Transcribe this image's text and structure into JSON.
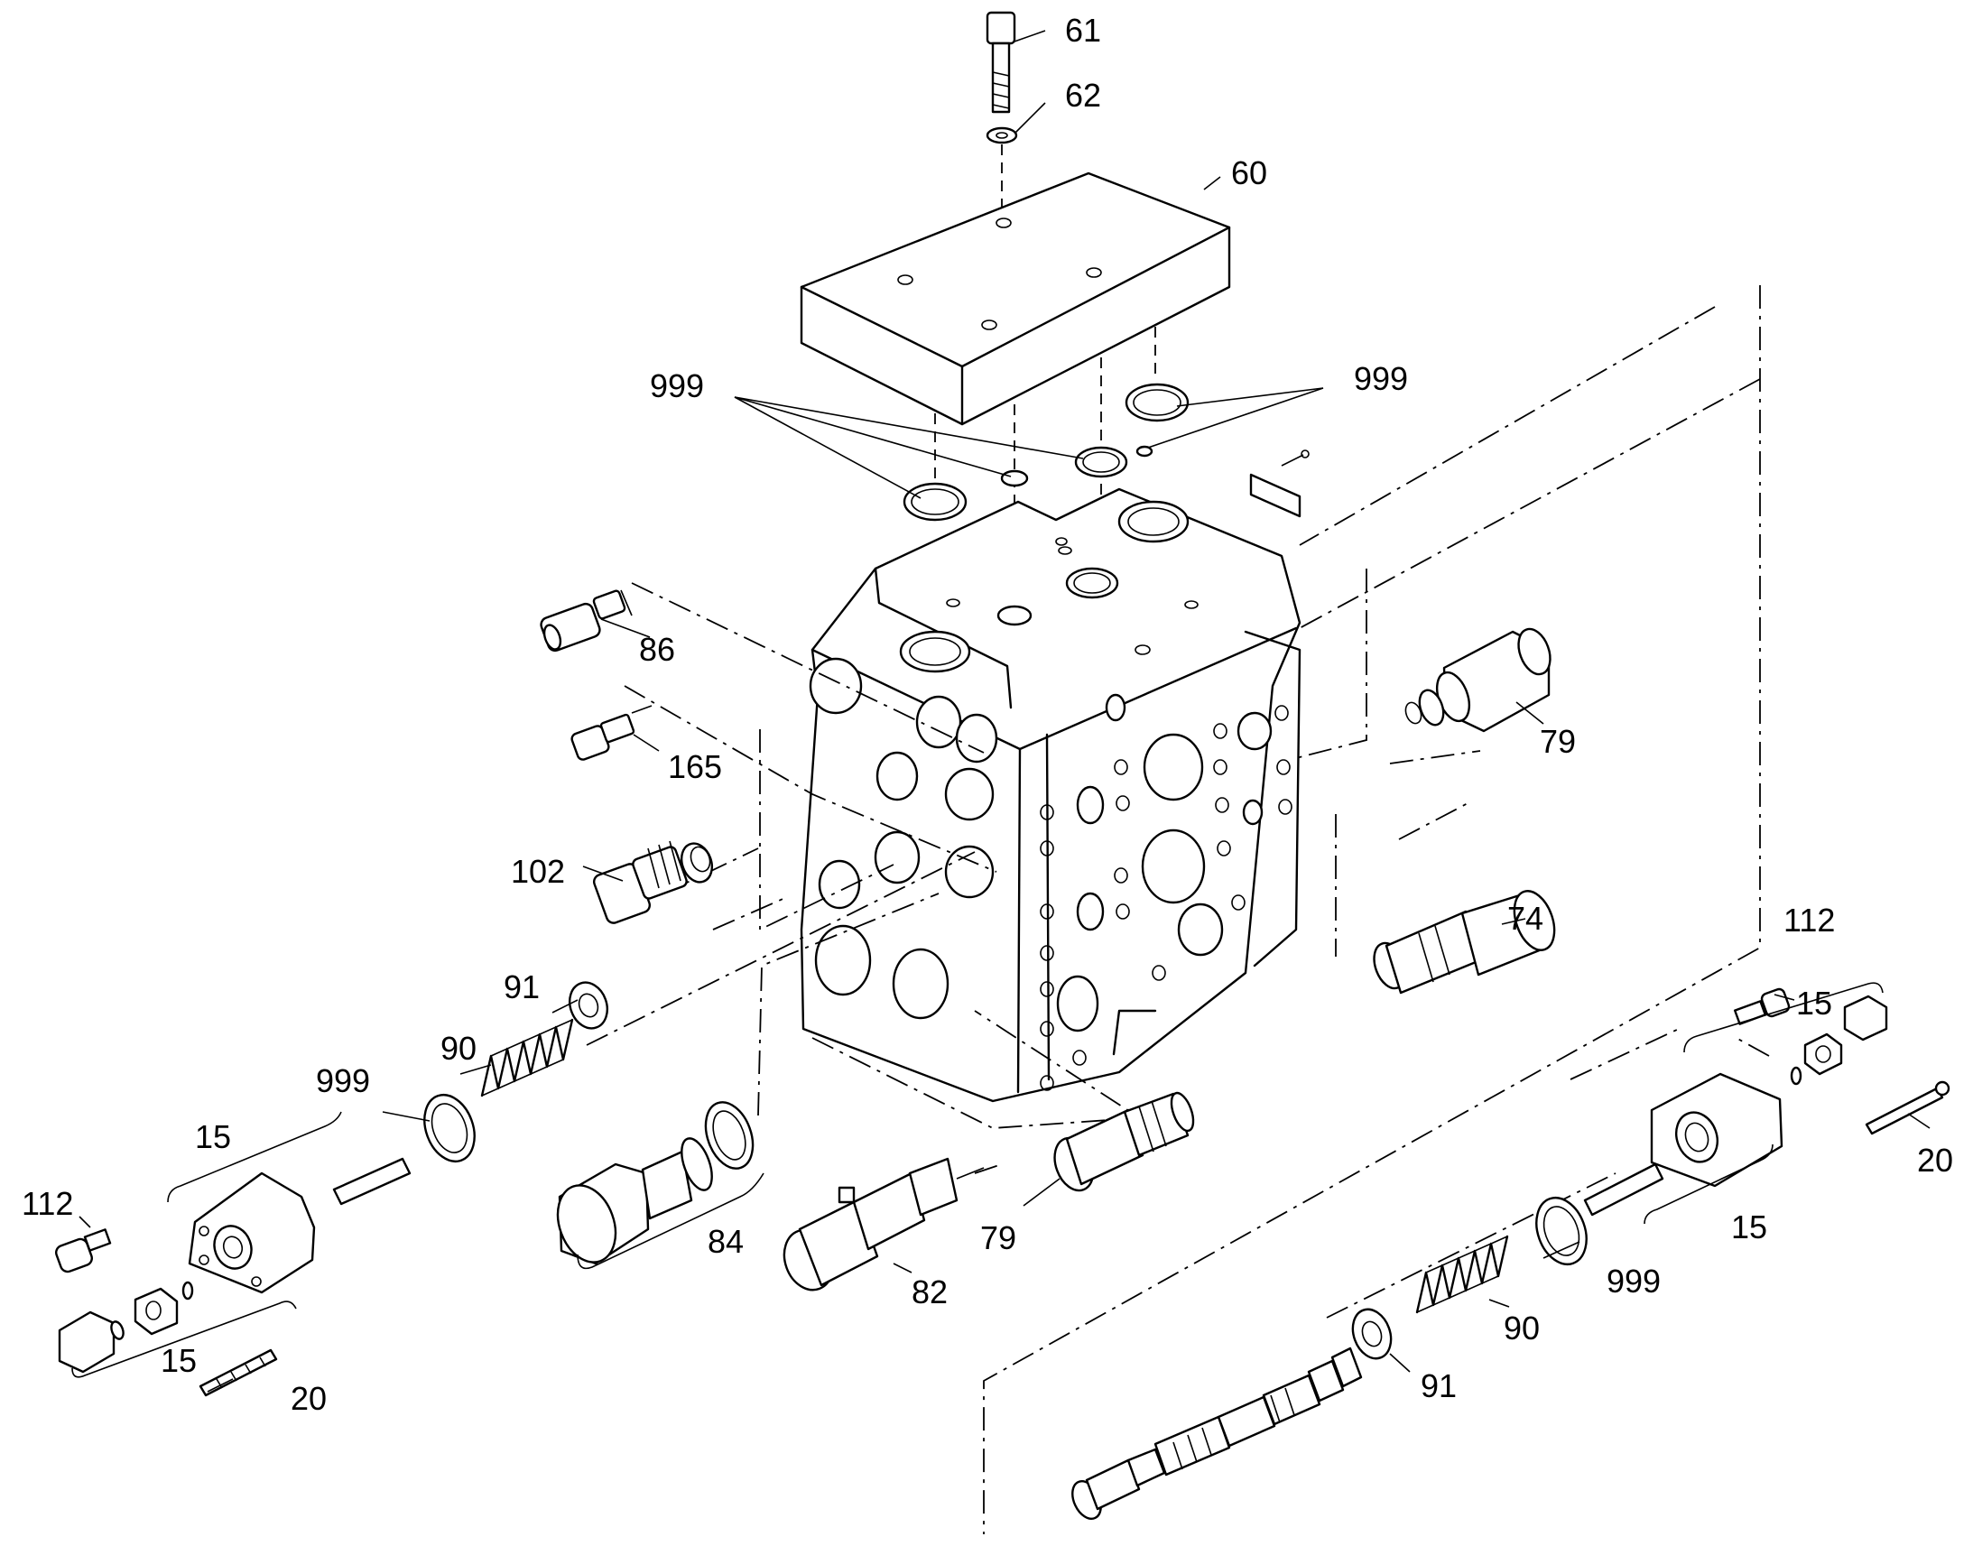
{
  "callouts": {
    "c61": "61",
    "c62": "62",
    "c60": "60",
    "c999a": "999",
    "c999b": "999",
    "c86": "86",
    "c165": "165",
    "c102": "102",
    "c79a": "79",
    "c74": "74",
    "c112a": "112",
    "c15a": "15",
    "c20a": "20",
    "c15b": "15",
    "c91a": "91",
    "c90a": "90",
    "c999c": "999",
    "c15c": "15",
    "c112b": "112",
    "c84": "84",
    "c82": "82",
    "c79b": "79",
    "c15d": "15",
    "c20b": "20",
    "c999d": "999",
    "c90b": "90",
    "c91b": "91"
  },
  "colors": {
    "ink": "#000000",
    "paper": "#ffffff"
  }
}
